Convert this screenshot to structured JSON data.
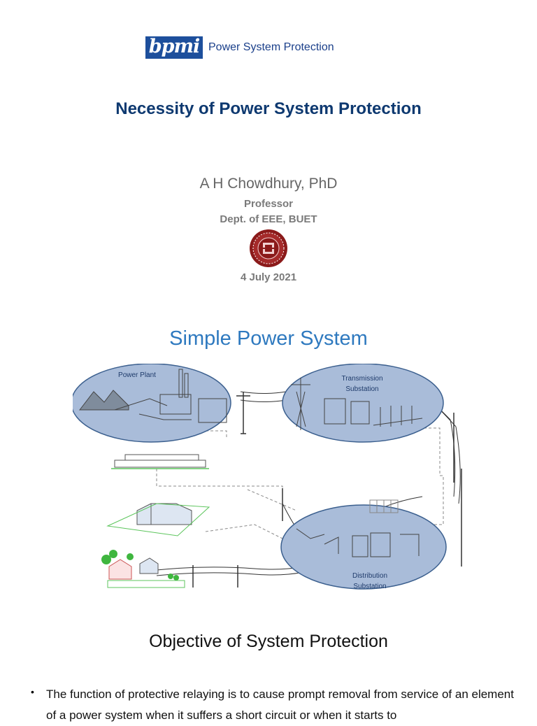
{
  "header": {
    "logo_text": "bpmi",
    "course": "Power System Protection"
  },
  "title": "Necessity of Power System Protection",
  "author": {
    "name": "A H Chowdhury, PhD",
    "role": "Professor",
    "dept": "Dept. of EEE, BUET"
  },
  "date": "4 July 2021",
  "section1": {
    "heading": "Simple Power System",
    "labels": {
      "power_plant": "Power Plant",
      "transmission_1": "Transmission",
      "transmission_2": "Substation",
      "distribution_1": "Distribution",
      "distribution_2": "Substation"
    }
  },
  "section2": {
    "heading": "Objective of System Protection",
    "bullet_1": "The function of protective relaying is to cause prompt removal from service of an element of a power system when it suffers a short circuit or when it starts to"
  },
  "colors": {
    "ellipse_fill": "#a9bcd9",
    "ellipse_stroke": "#3b5f8e",
    "title_navy": "#0e3970",
    "heading_blue": "#2e79bf"
  }
}
